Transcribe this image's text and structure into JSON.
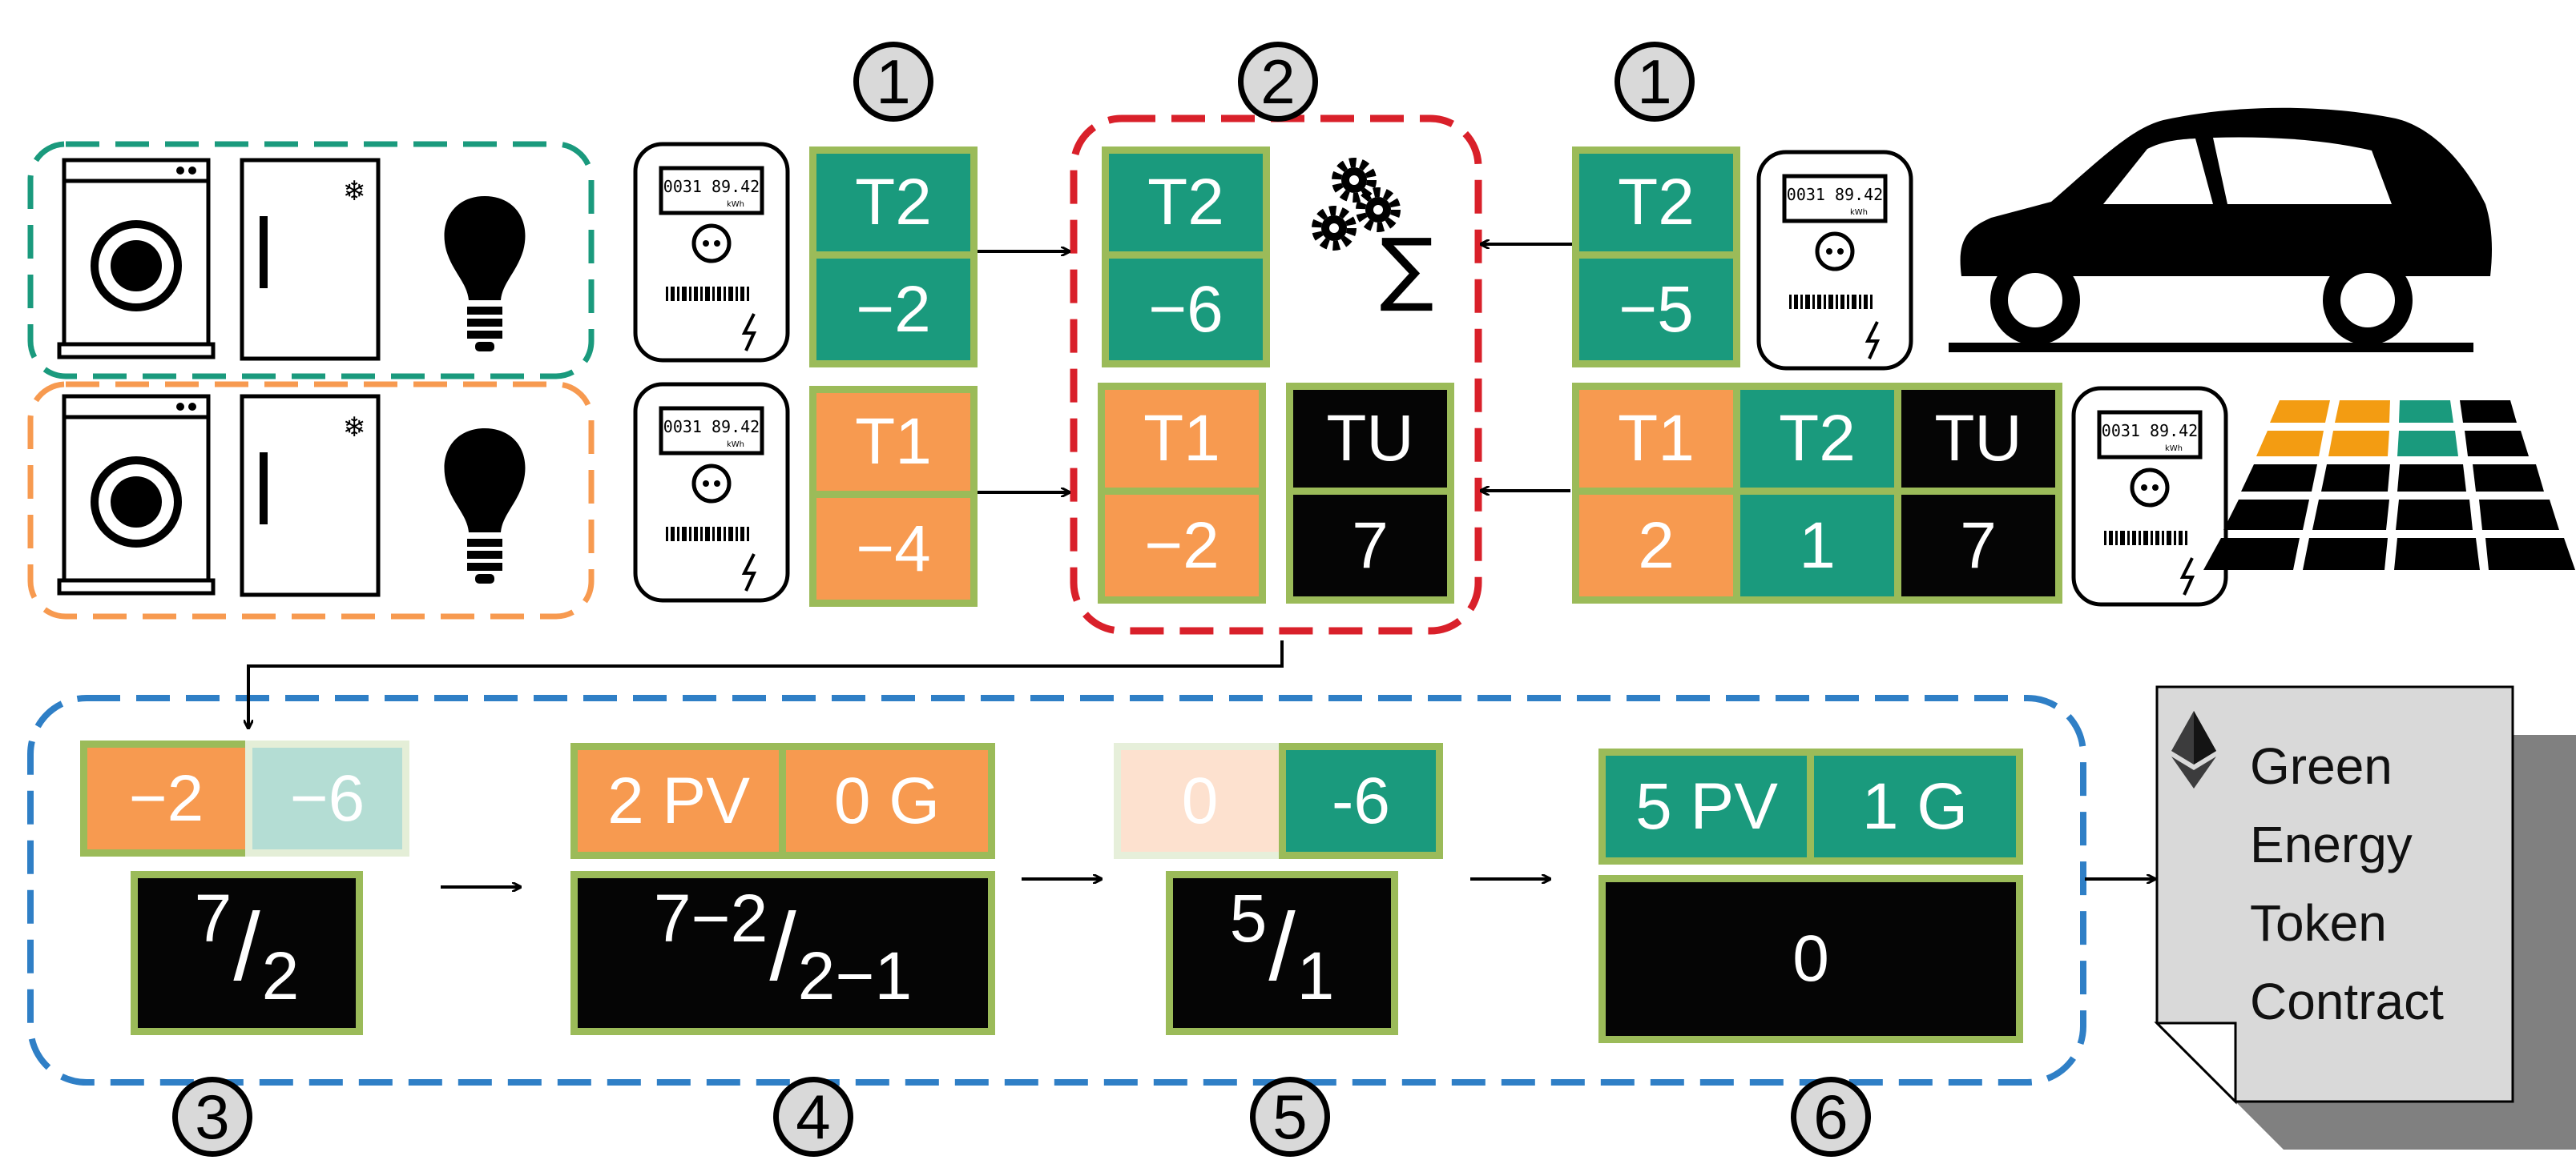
{
  "steps": {
    "s1a": "1",
    "s1b": "1",
    "s2": "2",
    "s3": "3",
    "s4": "4",
    "s5": "5",
    "s6": "6"
  },
  "household1": {
    "tariff": "T2",
    "balance": "−2"
  },
  "household2": {
    "tariff": "T1",
    "balance": "−4"
  },
  "aggregate": {
    "t2_label": "T2",
    "t2_value": "−6",
    "t1_label": "T1",
    "t1_value": "−2",
    "tu_label": "TU",
    "tu_value": "7",
    "sigma": "∑"
  },
  "ev": {
    "tariff": "T2",
    "balance": "−5"
  },
  "pv": {
    "t1_label": "T1",
    "t2_label": "T2",
    "tu_label": "TU",
    "t1_value": "2",
    "t2_value": "1",
    "tu_value": "7"
  },
  "process": {
    "stage3": {
      "a": "−2",
      "b": "−6",
      "num": "7",
      "den": "2"
    },
    "stage4": {
      "a": "2 PV",
      "b": "0 G",
      "num": "7−2",
      "den": "2−1"
    },
    "stage5": {
      "a": "0",
      "b": "-6",
      "num": "5",
      "den": "1"
    },
    "stage6": {
      "a": "5 PV",
      "b": "1 G",
      "value": "0"
    }
  },
  "contract": {
    "line1": "Green",
    "line2": "Energy",
    "line3": "Token",
    "line4": "Contract"
  },
  "colors": {
    "teal": "#1a9a7d",
    "orange": "#f79a50",
    "black": "#050505",
    "border_green": "#9bbb59",
    "dash_teal": "#1a9a7d",
    "dash_orange": "#f79a50",
    "dash_red": "#d9202a",
    "dash_blue": "#2f7fc6"
  },
  "icons": [
    "washing-machine-icon",
    "freezer-icon",
    "light-bulb-icon",
    "smart-meter-icon",
    "gears-icon",
    "car-icon",
    "solar-panel-icon",
    "ethereum-icon",
    "document-icon"
  ]
}
